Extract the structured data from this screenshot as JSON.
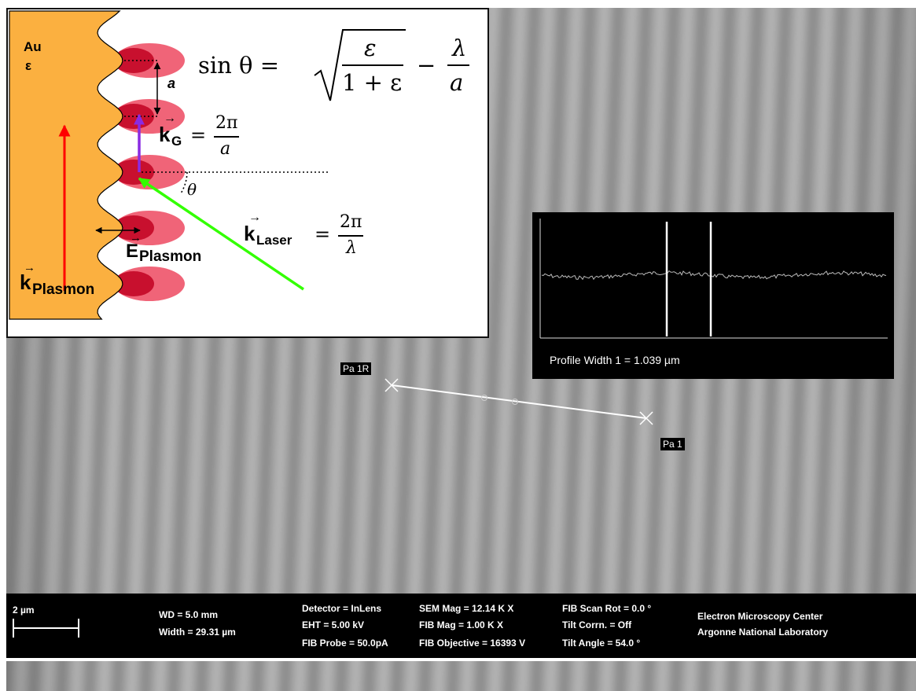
{
  "inset": {
    "material": "Au",
    "epsilon": "ε",
    "period_label": "a",
    "angle_label": "θ",
    "formula": {
      "lhs": "sin θ =",
      "sqrt_num": "ε",
      "sqrt_den": "1 + ε",
      "minus": "−",
      "frac_num": "λ",
      "frac_den": "a"
    },
    "kG": {
      "letter": "k",
      "sub": "G",
      "eq": "=",
      "num": "2π",
      "den": "a"
    },
    "kLaser": {
      "letter": "k",
      "sub": "Laser",
      "eq": "=",
      "num": "2π",
      "den": "λ"
    },
    "ePlasmon": {
      "letter": "E",
      "sub": "Plasmon"
    },
    "kPlasmon": {
      "letter": "k",
      "sub": "Plasmon"
    },
    "colors": {
      "gold": "#fbb040",
      "red_arrow": "#ff0000",
      "violet_arrow": "#8a2be2",
      "green_arrow": "#33ff00",
      "lobe_light": "#f06478",
      "lobe_dark": "#c8102e"
    }
  },
  "profile": {
    "caption": "Profile Width 1 = 1.039 µm"
  },
  "markers": {
    "start": "Pa 1R",
    "end": "Pa 1"
  },
  "databar": {
    "scale": "2 µm",
    "wd": "WD =  5.0 mm",
    "width": "Width = 29.31 µm",
    "detector": "Detector = InLens",
    "eht": "EHT =  5.00 kV",
    "fib_probe": "FIB Probe = 50.0pA",
    "sem_mag": "SEM Mag =  12.14 K X",
    "fib_mag": "FIB Mag =   1.00 K X",
    "fib_objective": "FIB Objective = 16393 V",
    "fib_scan_rot": "FIB Scan Rot =   0.0 °",
    "tilt_corrn": "Tilt Corrn. = Off",
    "tilt_angle": "Tilt Angle =  54.0 °",
    "org1": "Electron Microscopy Center",
    "org2": "Argonne National Laboratory"
  }
}
